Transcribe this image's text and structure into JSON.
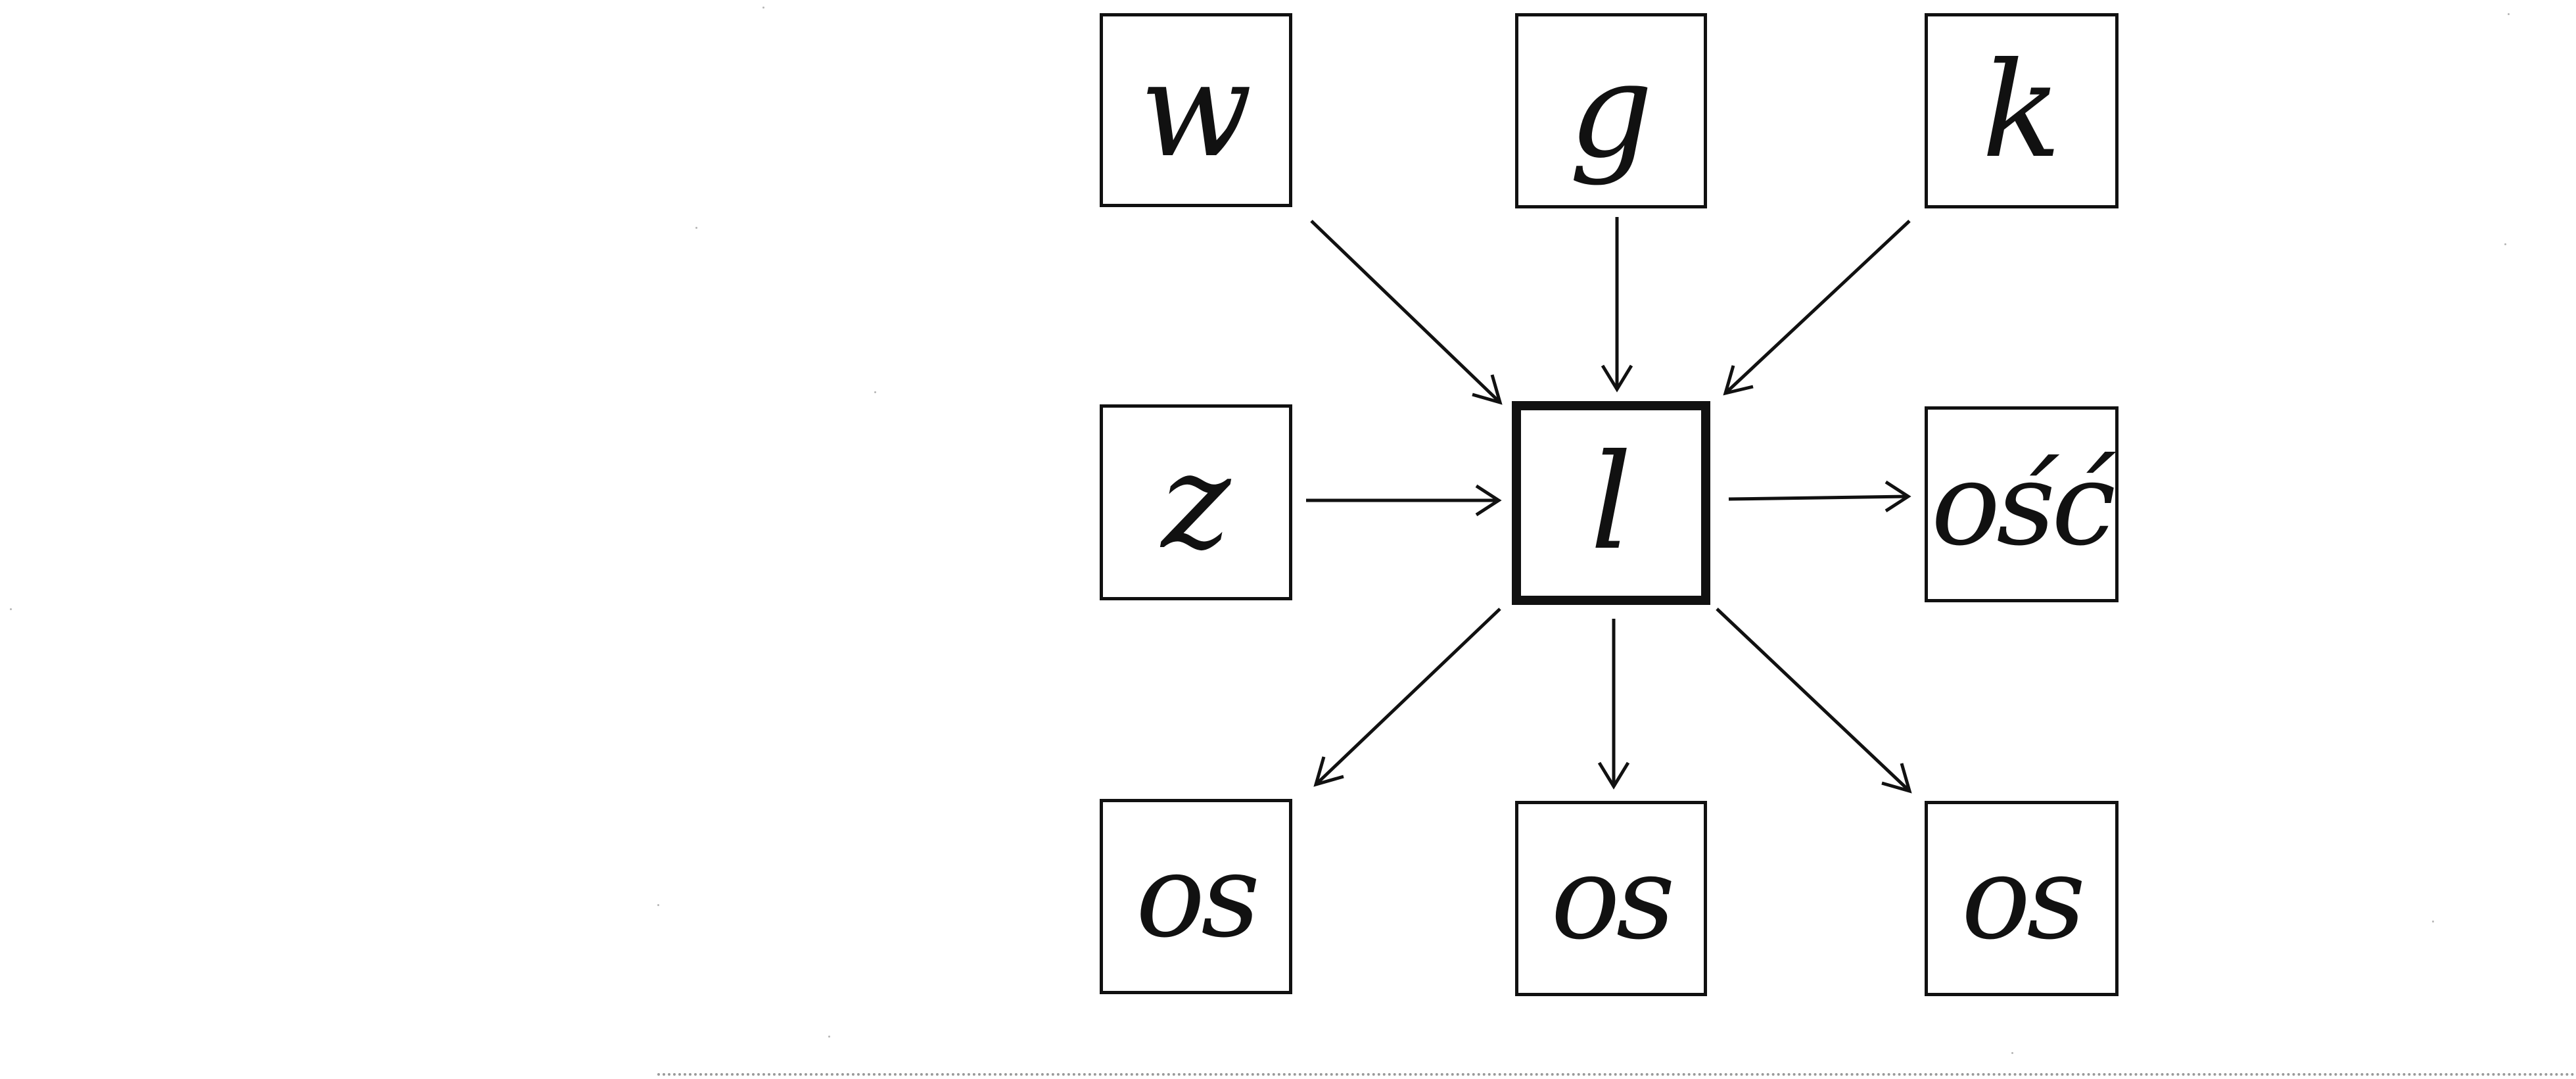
{
  "diagram": {
    "center": {
      "letter": "l"
    },
    "boxes": {
      "top_left": "w",
      "top_middle": "g",
      "top_right": "k",
      "middle_left": "z",
      "middle_right": "ość",
      "bottom_left": "os",
      "bottom_middle": "os",
      "bottom_right": "os"
    },
    "colors": {
      "ink": "#111111",
      "background": "#ffffff"
    }
  }
}
